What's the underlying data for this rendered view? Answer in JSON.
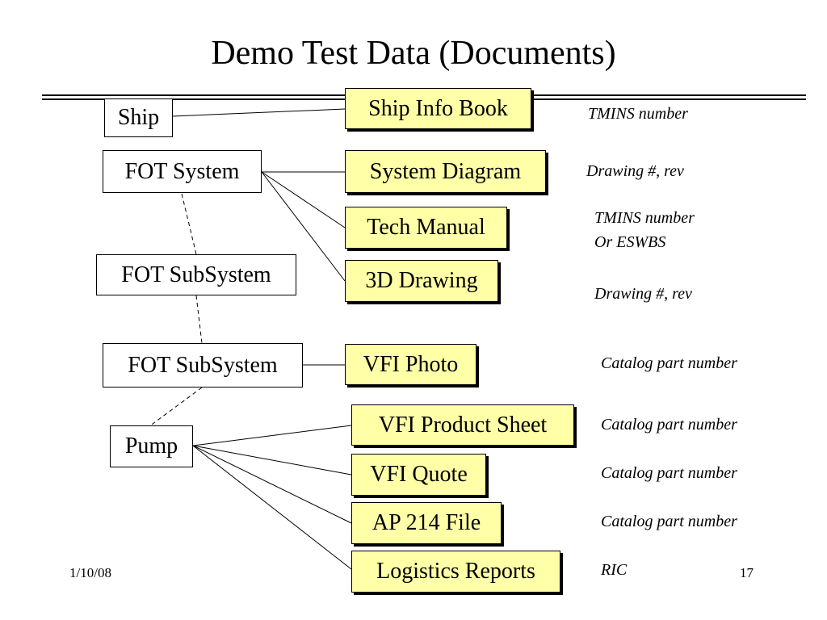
{
  "title": "Demo Test Data (Documents)",
  "entities": {
    "ship": "Ship",
    "fot_system": "FOT System",
    "fot_subsystem_1": "FOT SubSystem",
    "fot_subsystem_2": "FOT SubSystem",
    "pump": "Pump"
  },
  "documents": {
    "ship_info_book": "Ship Info Book",
    "system_diagram": "System Diagram",
    "tech_manual": "Tech Manual",
    "drawing_3d": "3D Drawing",
    "vfi_photo": "VFI Photo",
    "vfi_product_sheet": "VFI Product Sheet",
    "vfi_quote": "VFI Quote",
    "ap214_file": "AP 214 File",
    "logistics_reports": "Logistics Reports"
  },
  "notes": {
    "ship_info_book": "TMINS number",
    "system_diagram": "Drawing #, rev",
    "tech_manual_line1": "TMINS number",
    "tech_manual_line2": "Or ESWBS",
    "drawing_3d": "Drawing #, rev",
    "vfi_photo": "Catalog part number",
    "vfi_product_sheet": "Catalog part number",
    "vfi_quote": "Catalog part number",
    "ap214_file": "Catalog part number",
    "logistics_reports": "RIC"
  },
  "footer": {
    "date": "1/10/08",
    "page": "17"
  },
  "colors": {
    "document_fill": "#ffffa8"
  }
}
